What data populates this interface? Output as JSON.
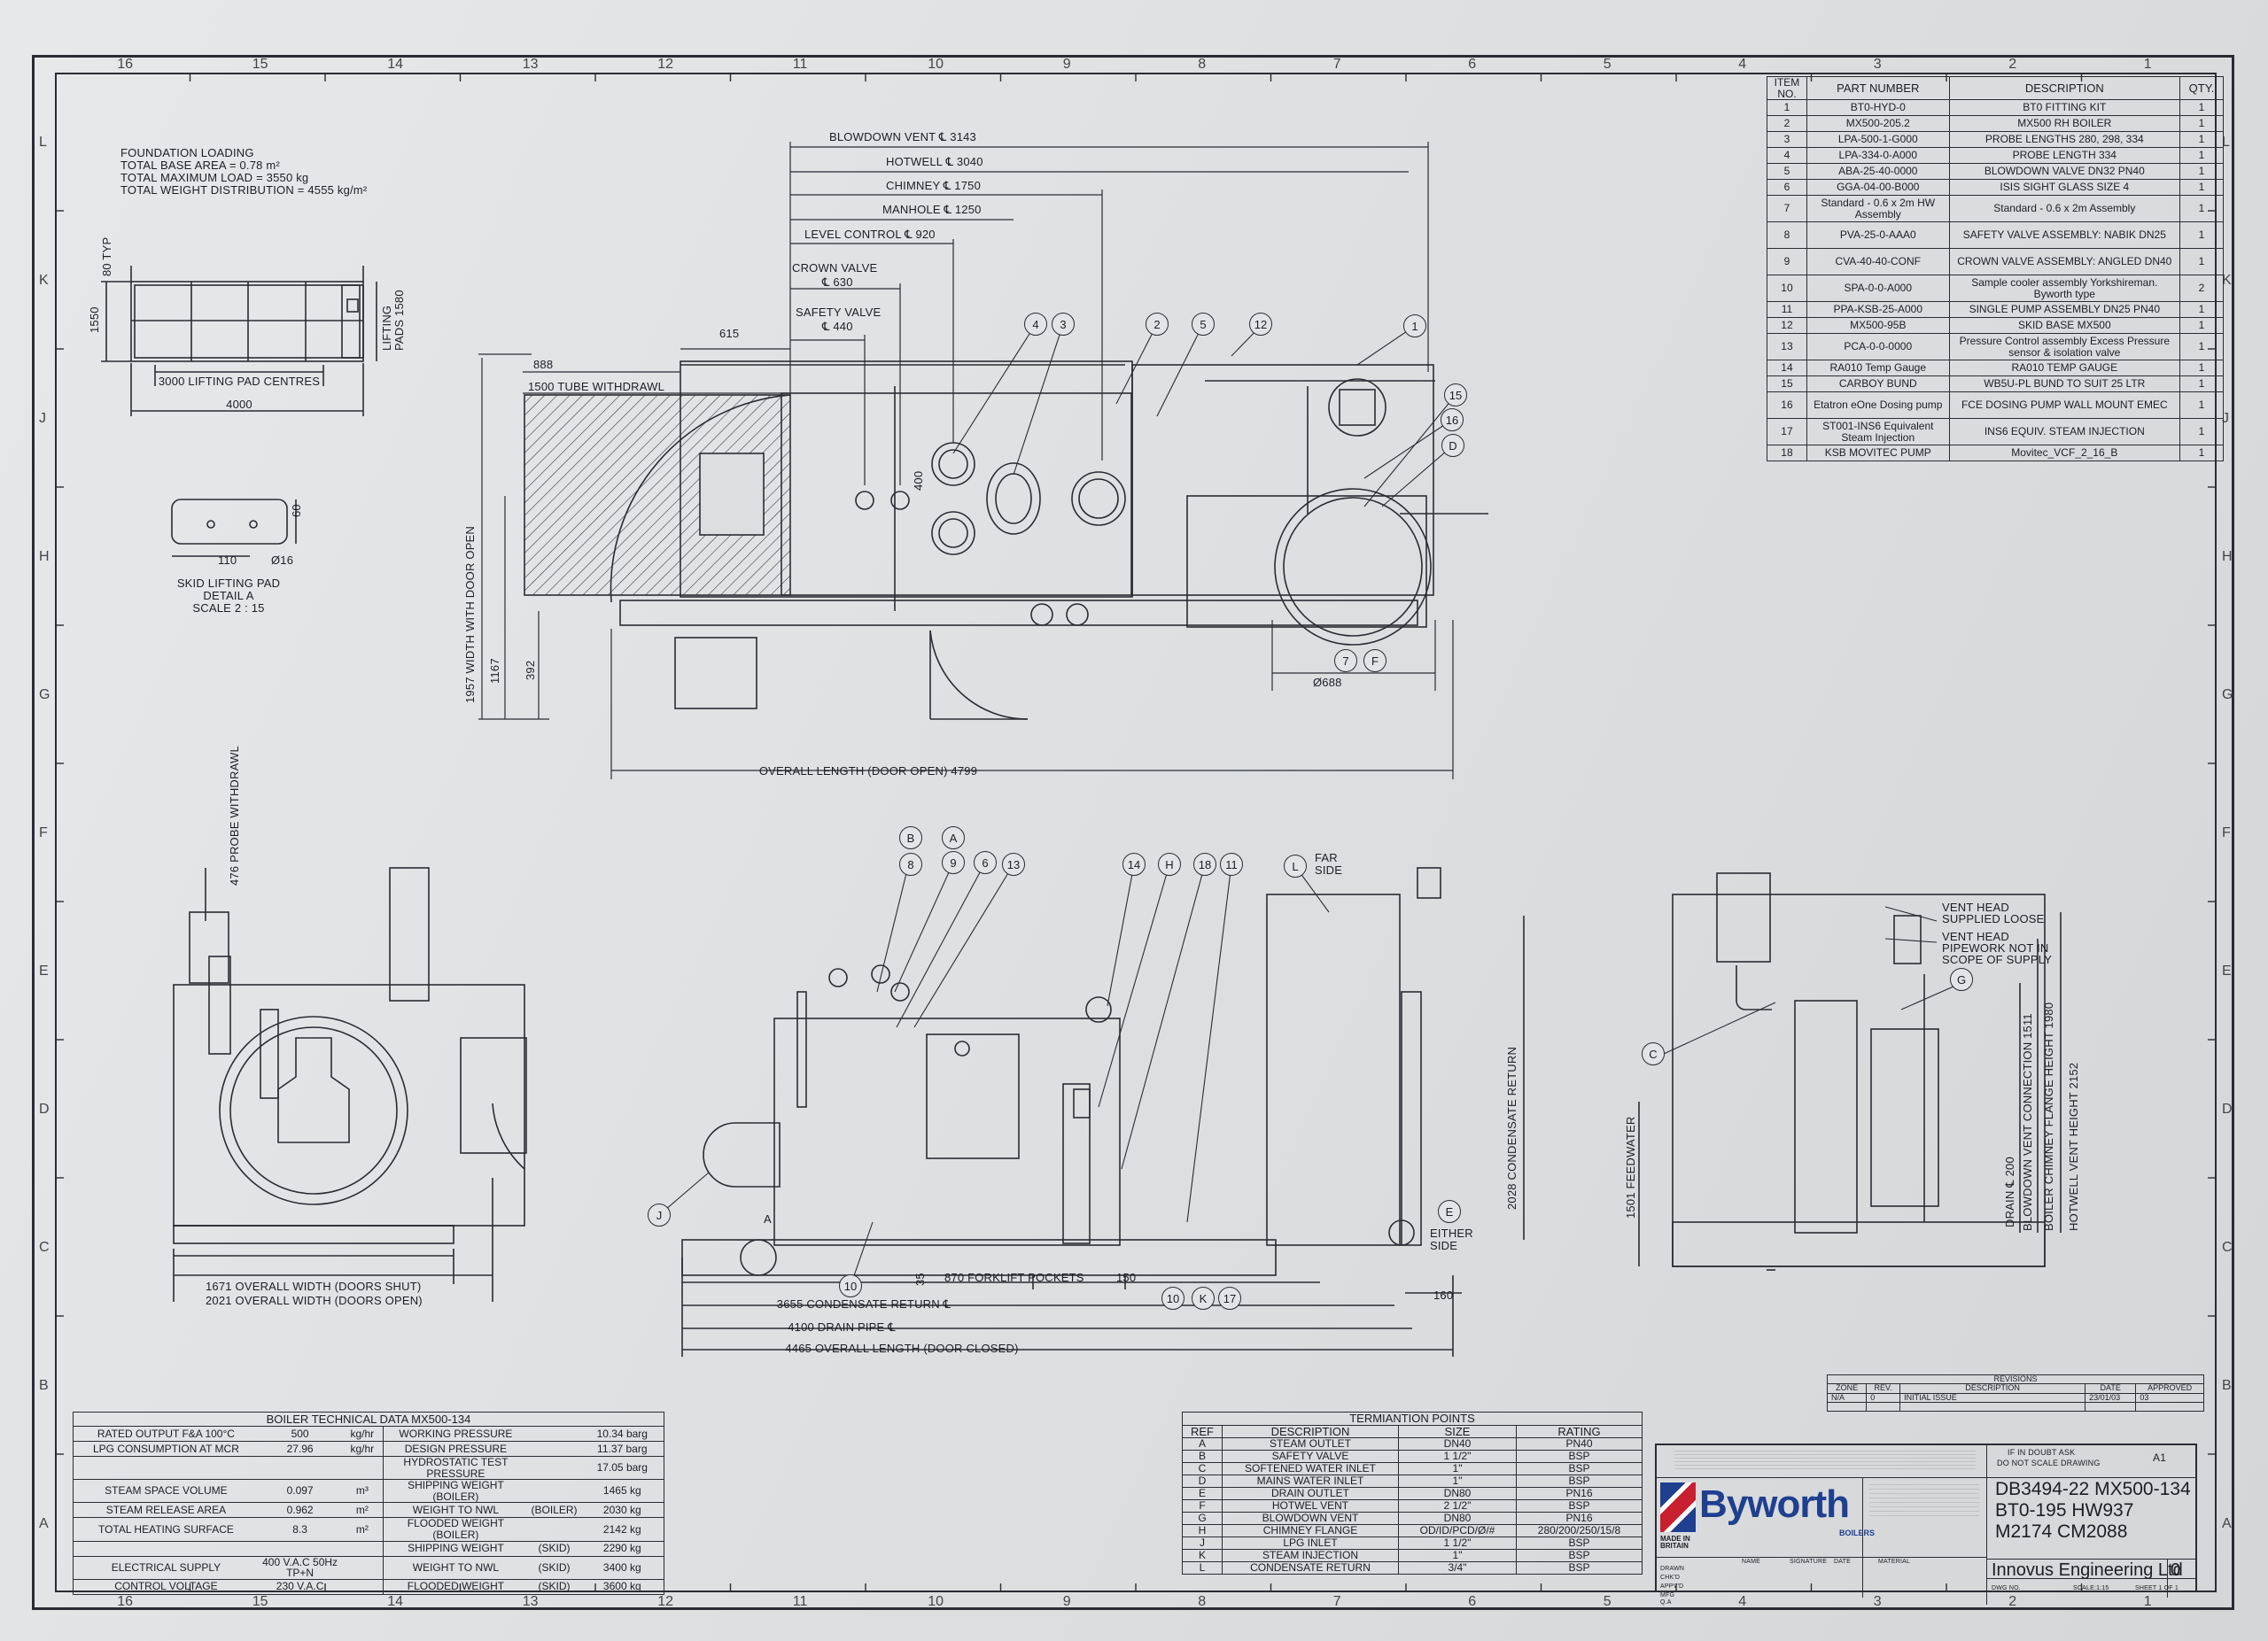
{
  "zones": {
    "top": [
      "16",
      "15",
      "14",
      "13",
      "12",
      "11",
      "10",
      "9",
      "8",
      "7",
      "6",
      "5",
      "4",
      "3",
      "2",
      "1"
    ],
    "bottom": [
      "16",
      "15",
      "14",
      "13",
      "12",
      "11",
      "10",
      "9",
      "8",
      "7",
      "6",
      "5",
      "4",
      "3",
      "2",
      "1"
    ],
    "left": [
      "L",
      "K",
      "J",
      "H",
      "G",
      "F",
      "E",
      "D",
      "C",
      "B",
      "A"
    ],
    "right": [
      "L",
      "K",
      "J",
      "H",
      "G",
      "F",
      "E",
      "D",
      "C",
      "B",
      "A"
    ]
  },
  "foundation": {
    "title": "FOUNDATION LOADING",
    "lines": [
      "TOTAL BASE AREA          = 0.78 m²",
      "TOTAL MAXIMUM LOAD      = 3550 kg",
      "TOTAL WEIGHT DISTRIBUTION = 4555 kg/m²"
    ]
  },
  "base_view": {
    "dim_typ": "80 TYP",
    "dim_height": "1550",
    "dim_lifting": "LIFTING PADS 1580",
    "dim_centres": "3000 LIFTING PAD CENTRES",
    "dim_length": "4000"
  },
  "detail_a": {
    "dim_60": "60",
    "dim_110": "110",
    "dim_dia": "Ø16",
    "caption": [
      "SKID LIFTING PAD",
      "DETAIL A",
      "SCALE 2 : 15"
    ]
  },
  "plan_dims": {
    "blowdown": "BLOWDOWN VENT ℄ 3143",
    "hotwell": "HOTWELL ℄ 3040",
    "chimney": "CHIMNEY ℄ 1750",
    "manhole": "MANHOLE ℄ 1250",
    "level": "LEVEL CONTROL ℄ 920",
    "crown": [
      "CROWN VALVE",
      "℄ 630"
    ],
    "safety": [
      "SAFETY VALVE",
      "℄ 440"
    ],
    "d615": "615",
    "d888": "888",
    "tube": "1500 TUBE WITHDRAWL",
    "d400": "400",
    "width_open": "1957 WIDTH WITH DOOR OPEN",
    "d1167": "1167",
    "d392": "392",
    "dia688": "Ø688",
    "overall_open": "OVERALL LENGTH (DOOR OPEN) 4799"
  },
  "end_view": {
    "probe": "476 PROBE WITHDRAWL",
    "width_shut": "1671 OVERALL WIDTH (DOORS SHUT)",
    "width_open": "2021 OVERALL WIDTH (DOORS OPEN)"
  },
  "side_view": {
    "far_side": [
      "FAR",
      "SIDE"
    ],
    "either_side": [
      "EITHER",
      "SIDE"
    ],
    "condensate_return_v": "2028 CONDENSATE RETURN",
    "d35": "35",
    "forklift": "870 FORKLIFT POCKETS",
    "d150": "150",
    "condensate": "3655 CONDENSATE RETURN ℄",
    "d160": "160",
    "drain": "4100 DRAIN PIPE ℄",
    "overall_closed": "4465 OVERALL LENGTH (DOOR CLOSED)",
    "label_a": "A"
  },
  "rear_view": {
    "vent_head_1": [
      "VENT HEAD",
      "SUPPLIED LOOSE"
    ],
    "vent_head_2": [
      "VENT HEAD",
      "PIPEWORK NOT IN",
      "SCOPE OF SUPPLY"
    ],
    "feedwater": "1501 FEEDWATER",
    "drain": "DRAIN ℄ 200",
    "blowdown": "BLOWDOWN VENT CONNECTION 1511",
    "chimney": "BOILER CHIMNEY FLANGE HEIGHT 1980",
    "hotwell": "HOTWELL VENT HEIGHT 2152"
  },
  "balloons": {
    "plan": [
      "4",
      "3",
      "2",
      "5",
      "12",
      "1",
      "15",
      "16",
      "D",
      "7",
      "F"
    ],
    "side": [
      "B",
      "A",
      "8",
      "9",
      "6",
      "13",
      "14",
      "H",
      "18",
      "11",
      "L",
      "J",
      "10",
      "10",
      "K",
      "17",
      "E"
    ],
    "rear": [
      "G",
      "C"
    ]
  },
  "parts_list": {
    "headers": [
      "ITEM NO.",
      "PART NUMBER",
      "DESCRIPTION",
      "QTY."
    ],
    "rows": [
      [
        "1",
        "BT0-HYD-0",
        "BT0 FITTING KIT",
        "1"
      ],
      [
        "2",
        "MX500-205.2",
        "MX500 RH BOILER",
        "1"
      ],
      [
        "3",
        "LPA-500-1-G000",
        "PROBE LENGTHS 280, 298, 334",
        "1"
      ],
      [
        "4",
        "LPA-334-0-A000",
        "PROBE LENGTH 334",
        "1"
      ],
      [
        "5",
        "ABA-25-40-0000",
        "BLOWDOWN VALVE DN32 PN40",
        "1"
      ],
      [
        "6",
        "GGA-04-00-B000",
        "ISIS SIGHT GLASS SIZE 4",
        "1"
      ],
      [
        "7",
        "Standard - 0.6 x 2m HW Assembly",
        "Standard - 0.6 x 2m Assembly",
        "1"
      ],
      [
        "8",
        "PVA-25-0-AAA0",
        "SAFETY VALVE ASSEMBLY: NABIK DN25",
        "1"
      ],
      [
        "9",
        "CVA-40-40-CONF",
        "CROWN VALVE ASSEMBLY: ANGLED DN40",
        "1"
      ],
      [
        "10",
        "SPA-0-0-A000",
        "Sample cooler assembly Yorkshireman. Byworth type",
        "2"
      ],
      [
        "11",
        "PPA-KSB-25-A000",
        "SINGLE PUMP ASSEMBLY DN25 PN40",
        "1"
      ],
      [
        "12",
        "MX500-95B",
        "SKID BASE MX500",
        "1"
      ],
      [
        "13",
        "PCA-0-0-0000",
        "Pressure Control assembly Excess Pressure sensor & isolation valve",
        "1"
      ],
      [
        "14",
        "RA010 Temp Gauge",
        "RA010 TEMP GAUGE",
        "1"
      ],
      [
        "15",
        "CARBOY BUND",
        "WB5U-PL BUND TO SUIT 25 LTR",
        "1"
      ],
      [
        "16",
        "Etatron eOne Dosing pump",
        "FCE DOSING PUMP WALL MOUNT EMEC",
        "1"
      ],
      [
        "17",
        "ST001-INS6 Equivalent Steam Injection",
        "INS6 EQUIV. STEAM INJECTION",
        "1"
      ],
      [
        "18",
        "KSB MOVITEC PUMP",
        "Movitec_VCF_2_16_B",
        "1"
      ]
    ]
  },
  "tech_data": {
    "title": "BOILER TECHNICAL DATA MX500-134",
    "left": [
      [
        "RATED OUTPUT F&A 100°C",
        "500",
        "kg/hr"
      ],
      [
        "LPG CONSUMPTION AT MCR",
        "27.96",
        "kg/hr"
      ],
      [
        "",
        "",
        ""
      ],
      [
        "STEAM SPACE VOLUME",
        "0.097",
        "m³"
      ],
      [
        "STEAM RELEASE AREA",
        "0.962",
        "m²"
      ],
      [
        "TOTAL HEATING SURFACE",
        "8.3",
        "m²"
      ],
      [
        "",
        "",
        ""
      ],
      [
        "ELECTRICAL SUPPLY",
        "400 V.A.C 50Hz TP+N",
        ""
      ],
      [
        "CONTROL VOLTAGE",
        "230 V.A.C",
        ""
      ]
    ],
    "right": [
      [
        "WORKING PRESSURE",
        "",
        "10.34 barg"
      ],
      [
        "DESIGN PRESSURE",
        "",
        "11.37 barg"
      ],
      [
        "HYDROSTATIC TEST PRESSURE",
        "",
        "17.05 barg"
      ],
      [
        "SHIPPING WEIGHT (BOILER)",
        "",
        "1465 kg"
      ],
      [
        "WEIGHT TO NWL",
        "(BOILER)",
        "2030 kg"
      ],
      [
        "FLOODED WEIGHT (BOILER)",
        "",
        "2142 kg"
      ],
      [
        "SHIPPING WEIGHT",
        "(SKID)",
        "2290 kg"
      ],
      [
        "WEIGHT TO NWL",
        "(SKID)",
        "3400 kg"
      ],
      [
        "FLOODED WEIGHT",
        "(SKID)",
        "3600 kg"
      ]
    ]
  },
  "termination": {
    "title": "TERMIANTION POINTS",
    "headers": [
      "REF",
      "DESCRIPTION",
      "SIZE",
      "RATING"
    ],
    "rows": [
      [
        "A",
        "STEAM OUTLET",
        "DN40",
        "PN40"
      ],
      [
        "B",
        "SAFETY VALVE",
        "1 1/2\"",
        "BSP"
      ],
      [
        "C",
        "SOFTENED WATER INLET",
        "1\"",
        "BSP"
      ],
      [
        "D",
        "MAINS WATER INLET",
        "1\"",
        "BSP"
      ],
      [
        "E",
        "DRAIN OUTLET",
        "DN80",
        "PN16"
      ],
      [
        "F",
        "HOTWEL VENT",
        "2 1/2\"",
        "BSP"
      ],
      [
        "G",
        "BLOWDOWN VENT",
        "DN80",
        "PN16"
      ],
      [
        "H",
        "CHIMNEY FLANGE",
        "OD/ID/PCD/Ø/#",
        "280/200/250/15/8"
      ],
      [
        "J",
        "LPG INLET",
        "1 1/2\"",
        "BSP"
      ],
      [
        "K",
        "STEAM INJECTION",
        "1\"",
        "BSP"
      ],
      [
        "L",
        "CONDENSATE RETURN",
        "3/4\"",
        "BSP"
      ]
    ]
  },
  "revisions": {
    "title": "REVISIONS",
    "headers": [
      "ZONE",
      "REV.",
      "DESCRIPTION",
      "DATE",
      "APPROVED"
    ],
    "row": [
      "N/A",
      "0",
      "INITIAL ISSUE",
      "23/01/03",
      "03"
    ]
  },
  "title_block": {
    "brand": "Byworth",
    "brand_sub": "BOILERS",
    "made_in": "MADE IN BRITAIN",
    "scale_note": [
      "IF IN DOUBT ASK",
      "DO NOT SCALE DRAWING"
    ],
    "sheet_size": "A1",
    "drawing_title": "DB3494-22 MX500-134 BT0-195 HW937 M2174 CM2088",
    "client": "Innovus Engineering Ltd",
    "rev": "0",
    "small_labels": [
      "NAME",
      "SIGNATURE",
      "DATE",
      "DRAWN",
      "CHK'D",
      "APPV'D",
      "MFG",
      "Q.A",
      "MATERIAL",
      "DWG NO.",
      "SCALE:1:15",
      "SHEET 1 OF 1"
    ]
  },
  "colors": {
    "paper": "#e3e5e7",
    "ink": "#1c1e24",
    "brand_blue": "#1f3f8f",
    "brand_red": "#c8202e"
  }
}
